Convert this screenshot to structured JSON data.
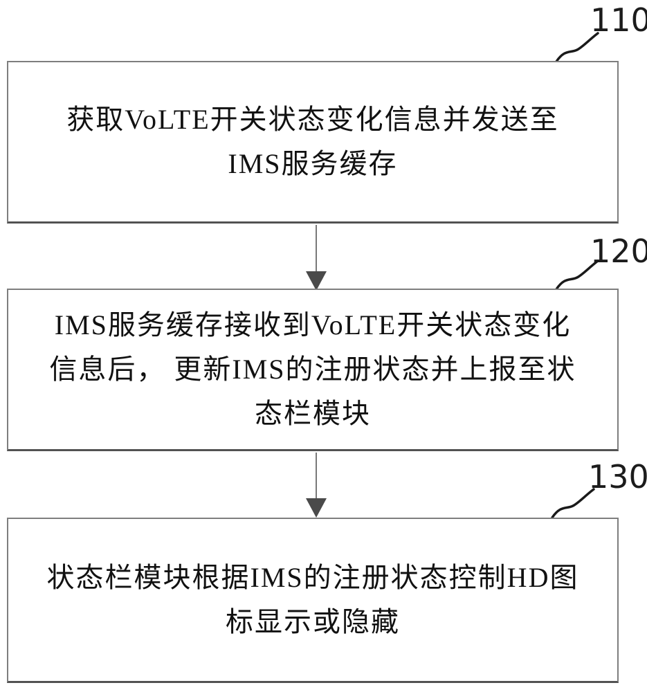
{
  "figure_type": "flowchart",
  "colors": {
    "background": "#ffffff",
    "box_border": "#7e7e7e",
    "text": "#111111",
    "arrow": "#4a4a4a",
    "leader": "#1a1a1a"
  },
  "steps": [
    {
      "ref": "110",
      "lines": [
        "获取VoLTE开关状态变化信息并发送至",
        "IMS服务缓存"
      ]
    },
    {
      "ref": "120",
      "lines": [
        "IMS服务缓存接收到VoLTE开关状态变化",
        "信息后， 更新IMS的注册状态并上报至状",
        "态栏模块"
      ]
    },
    {
      "ref": "130",
      "lines": [
        "状态栏模块根据IMS的注册状态控制HD图",
        "标显示或隐藏"
      ]
    }
  ]
}
